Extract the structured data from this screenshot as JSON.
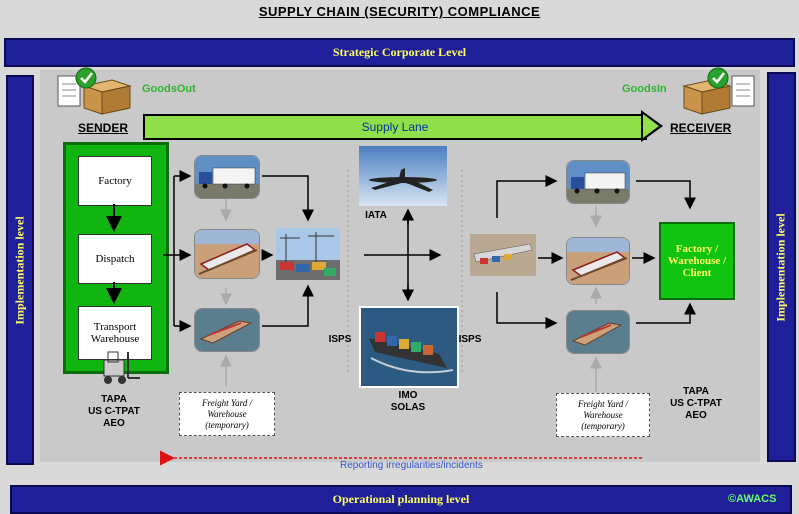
{
  "title": "SUPPLY CHAIN (SECURITY) COMPLIANCE",
  "bars": {
    "strategic": "Strategic Corporate Level",
    "operational": "Operational planning level",
    "implementation_left": "Implementation level",
    "implementation_right": "Implementation level"
  },
  "goods_out": "GoodsOut",
  "goods_in": "GoodsIn",
  "sender": "SENDER",
  "receiver": "RECEIVER",
  "supply_lane": "Supply Lane",
  "sender_steps": [
    "Factory",
    "Dispatch",
    "Transport\nWarehouse"
  ],
  "destination": "Factory /\nWarehouse /\nClient",
  "iata": "IATA",
  "isps_left": "ISPS",
  "isps_right": "ISPS",
  "imo": "IMO\nSOLAS",
  "tapa_left": "TAPA\nUS C-TPAT\nAEO",
  "tapa_right": "TAPA\nUS C-TPAT\nAEO",
  "freight_yard_left": "Freight Yard /\nWarehouse\n(temporary)",
  "freight_yard_right": "Freight Yard /\nWarehouse\n(temporary)",
  "reporting": "Reporting irregularities/incidents",
  "copyright": "©AWACS",
  "colors": {
    "navy": "#1f1f9a",
    "bar_text": "#ffff66",
    "green": "#11b511",
    "lane": "#8fe04a",
    "report_arrow": "#dd1111"
  },
  "icons": [
    "document-box-check-icon",
    "truck-icon",
    "train-icon",
    "ship-icon",
    "airplane-icon",
    "port-cranes-icon",
    "forklift-icon"
  ]
}
